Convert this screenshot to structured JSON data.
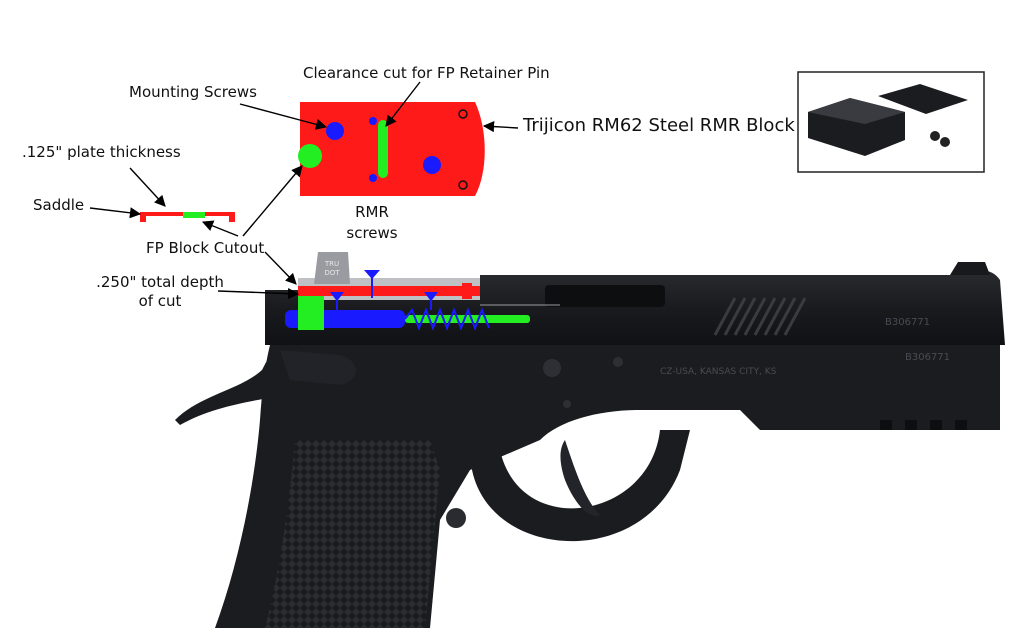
{
  "labels": {
    "clearance_cut": "Clearance cut for FP Retainer Pin",
    "mounting_screws": "Mounting Screws",
    "block_name": "Trijicon RM62 Steel RMR Block",
    "plate_thickness": ".125\" plate thickness",
    "saddle": "Saddle",
    "fp_block_cutout": "FP Block Cutout",
    "rmr_screws_line1": "RMR",
    "rmr_screws_line2": "screws",
    "depth_line1": ".250\" total depth",
    "depth_line2": "of cut"
  },
  "pistol": {
    "slide_engraving": "CZ-USA, KANSAS CITY, KS",
    "serial": "B306771",
    "sight_text_line1": "TRU",
    "sight_text_line2": "DOT"
  },
  "colors": {
    "plate_red": "#ff1a1a",
    "screw_blue": "#1a1aff",
    "pin_green": "#22ee22",
    "metal_black": "#1c1d20",
    "arrow": "#000000"
  }
}
